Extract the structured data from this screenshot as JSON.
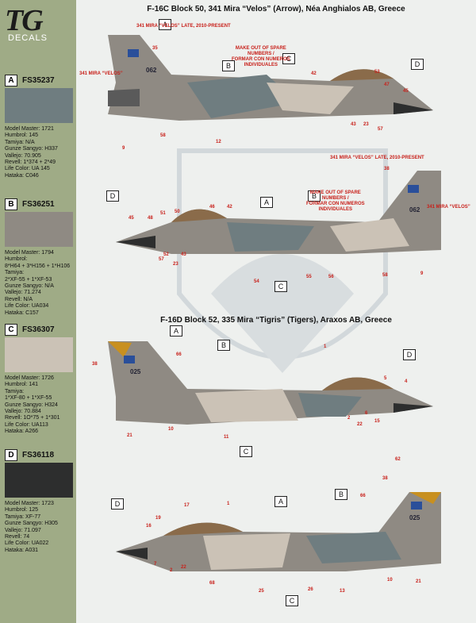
{
  "brand": {
    "logo": "TG",
    "sub": "DECALS"
  },
  "swatches": [
    {
      "letter": "A",
      "code": "FS35237",
      "color": "#6f7d80",
      "info": [
        "Model Master: 1721",
        "Humbrol: 145",
        "Tamiya: N/A",
        "Gunze Sangyo: H337",
        "Vallejo: 70.905",
        "Revell: 1*374 + 2*49",
        "Life Color: UA 145",
        "Hataka: C046"
      ]
    },
    {
      "letter": "B",
      "code": "FS36251",
      "color": "#8f8a83",
      "info": [
        "Model Master: 1794",
        "Humbrol:",
        "8*H64 + 3*H156 + 1*H106",
        "Tamiya:",
        "2*XF-55 + 1*XF-53",
        "Gunze Sangyo: N/A",
        "Vallejo: 71.274",
        "Revell: N/A",
        "Life Color: UA034",
        "Hataka: C157"
      ]
    },
    {
      "letter": "C",
      "code": "FS36307",
      "color": "#cbc2b6",
      "info": [
        "Model Master: 1726",
        "Humbrol: 141",
        "Tamiya:",
        "1*XF-80 + 1*XF-55",
        "Gunze Sangyo: H324",
        "Vallejo: 70.884",
        "Revell: 1O*75 + 1*301",
        "Life Color: UA113",
        "Hataka: A266"
      ]
    },
    {
      "letter": "D",
      "code": "FS36118",
      "color": "#2d2e2e",
      "info": [
        "Model Master: 1723",
        "Humbrol: 125",
        "Tamiya: XF-77",
        "Gunze Sangyo: H305",
        "Vallejo: 71.097",
        "Revell: 74",
        "Life Color: UA022",
        "Hataka: A031"
      ]
    }
  ],
  "sections": {
    "s1_title": "F-16C Block 50, 341 Mira “Velos” (Arrow), Néa Anghialos AB, Greece",
    "s2_title": "F-16D Block 52, 335 Mira “Tigris” (Tigers), Araxos AB, Greece"
  },
  "notes": {
    "late": "341 MIRA “VELOS” LATE, 2010-PRESENT",
    "velos": "341 MIRA “VELOS”",
    "spare1": "MAKE OUT OF SPARE",
    "spare2": "NUMBERS /",
    "spare3": "FORMAR CON NUMEROS",
    "spare4": "INDIVIDUALES"
  },
  "serials": {
    "a": "062",
    "b": "062",
    "c": "025",
    "d": "025"
  },
  "callouts": [
    "A",
    "B",
    "C",
    "D"
  ],
  "numbers": {
    "p1": [
      "35",
      "42",
      "53",
      "47",
      "45",
      "43",
      "23",
      "57",
      "58",
      "12",
      "9"
    ],
    "p2": [
      "38",
      "46",
      "42",
      "50",
      "51",
      "48",
      "45",
      "52",
      "57",
      "43",
      "23",
      "54",
      "55",
      "56",
      "58",
      "9"
    ],
    "p3": [
      "38",
      "66",
      "1",
      "5",
      "4",
      "2",
      "6",
      "22",
      "15",
      "21",
      "10",
      "11"
    ],
    "p4": [
      "62",
      "38",
      "66",
      "1",
      "17",
      "19",
      "16",
      "7",
      "22",
      "2",
      "68",
      "21",
      "25",
      "26",
      "13",
      "10"
    ]
  }
}
